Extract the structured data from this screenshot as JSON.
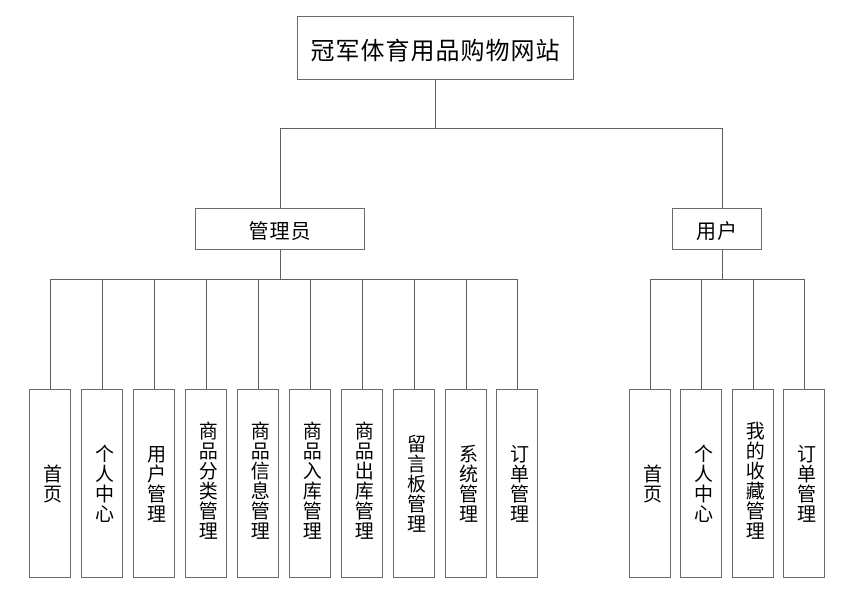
{
  "diagram": {
    "title": "冠军体育用品购物网站",
    "type": "organizational-tree",
    "root": {
      "label": "冠军体育用品购物网站"
    },
    "branches": [
      {
        "role": "管理员",
        "children": [
          "首页",
          "个人中心",
          "用户管理",
          "商品分类管理",
          "商品信息管理",
          "商品入库管理",
          "商品出库管理",
          "留言板管理",
          "系统管理",
          "订单管理"
        ]
      },
      {
        "role": "用户",
        "children": [
          "首页",
          "个人中心",
          "我的收藏管理",
          "订单管理"
        ]
      }
    ],
    "colors": {
      "line": "#5f5f5f",
      "box_border": "#6a6a6a",
      "box_fill": "#ffffff",
      "text": "#000000"
    }
  }
}
